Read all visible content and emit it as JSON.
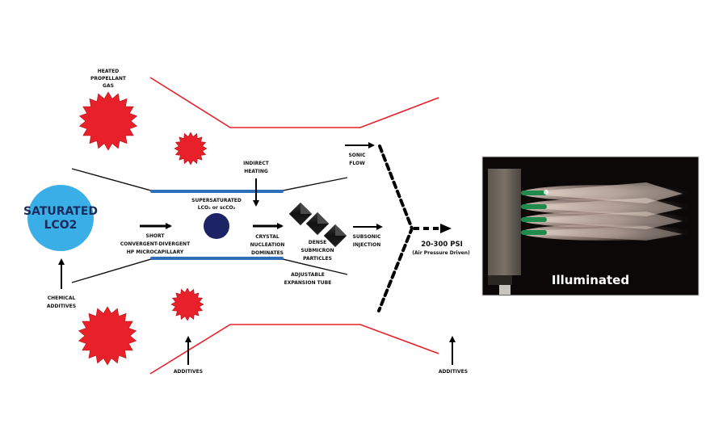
{
  "diagram": {
    "labels": {
      "heated_propellant_gas": [
        "HEATED",
        "PROPELLANT",
        "GAS"
      ],
      "saturated_lco2": [
        "SATURATED",
        "LCO2"
      ],
      "chemical_additives": [
        "CHEMICAL",
        "ADDITIVES"
      ],
      "indirect_heating": [
        "INDIRECT",
        "HEATING"
      ],
      "supersaturated": [
        "SUPERSATURATED",
        "LCO₂ or scCO₂"
      ],
      "short_microcapillary": [
        "SHORT",
        "CONVERGENT-DIVERGENT",
        "HP MICROCAPILLARY"
      ],
      "crystal_nucleation": [
        "CRYSTAL",
        "NUCLEATION",
        "DOMINATES"
      ],
      "dense_particles": [
        "DENSE",
        "SUBMICRON",
        "PARTICLES"
      ],
      "subsonic_injection": [
        "SUBSONIC",
        "INJECTION"
      ],
      "sonic_flow": [
        "SONIC",
        "FLOW"
      ],
      "adjustable_tube": [
        "ADJUSTABLE",
        "EXPANSION TUBE"
      ],
      "pressure": "20-300 PSI",
      "pressure_note": "(Air Pressure Driven)",
      "additives_left": "ADDITIVES",
      "additives_right": "ADDITIVES"
    },
    "photo": {
      "caption": "Illuminated",
      "nozzle_count": 4
    },
    "colors": {
      "propellant_red": "#e8202a",
      "lco2_blue": "#3aaee6",
      "supersaturated_navy": "#1c2466",
      "tube_blue": "#2e6fb8",
      "crystal_black": "#1a1a1a"
    }
  }
}
